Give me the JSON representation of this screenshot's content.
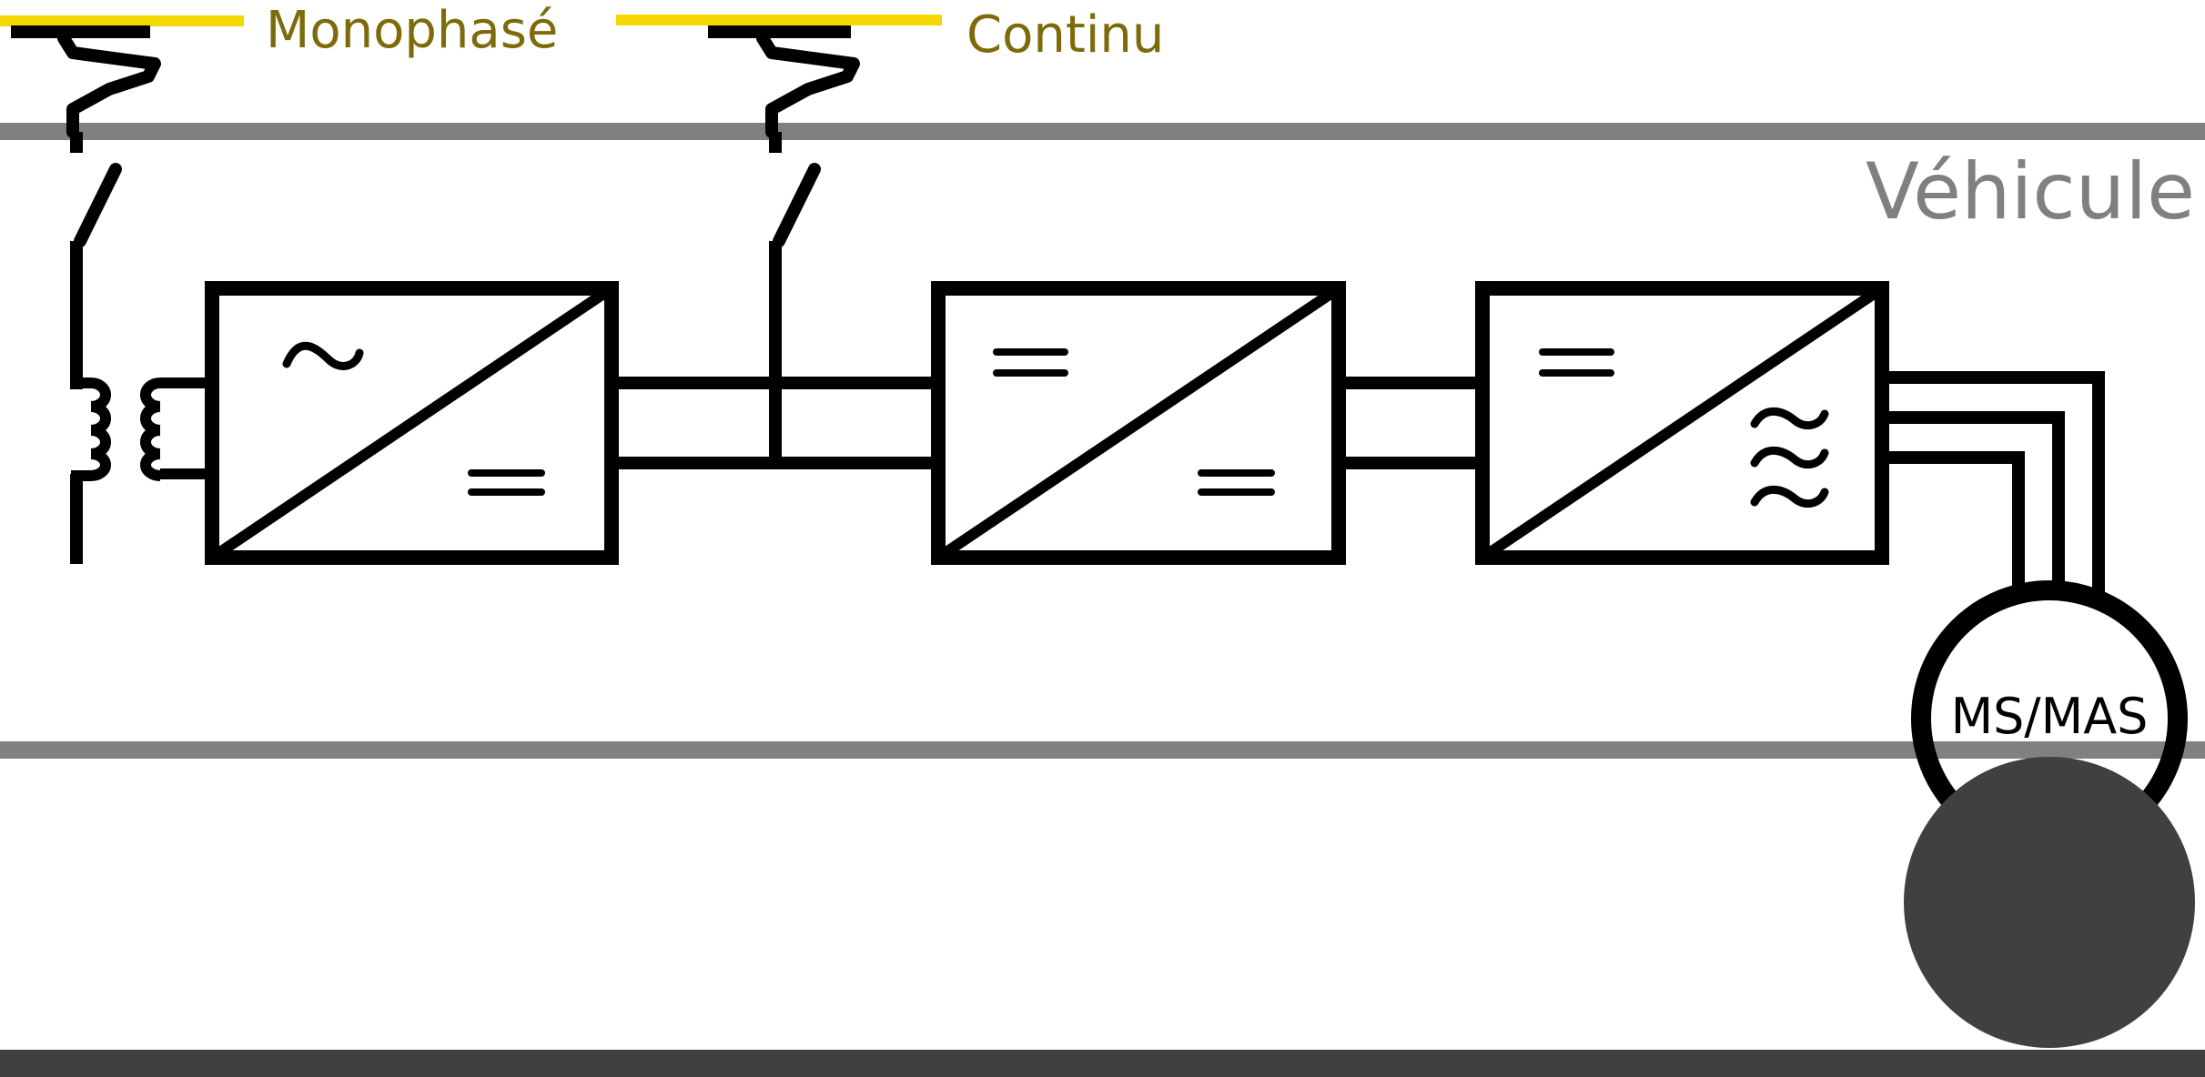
{
  "labels": {
    "monophase": "Monophasé",
    "continu": "Continu",
    "vehicule": "Véhicule",
    "motor": "MS/MAS"
  },
  "converters": [
    {
      "input": "~",
      "output": "="
    },
    {
      "input": "=",
      "output": "="
    },
    {
      "input": "=",
      "output": "≈"
    }
  ],
  "colors": {
    "line": "#000000",
    "catenary": "#f5d800",
    "label_gold": "#7d6a0a",
    "vehicle_border": "#808080",
    "ground": "#404040",
    "wheel": "#404040"
  }
}
